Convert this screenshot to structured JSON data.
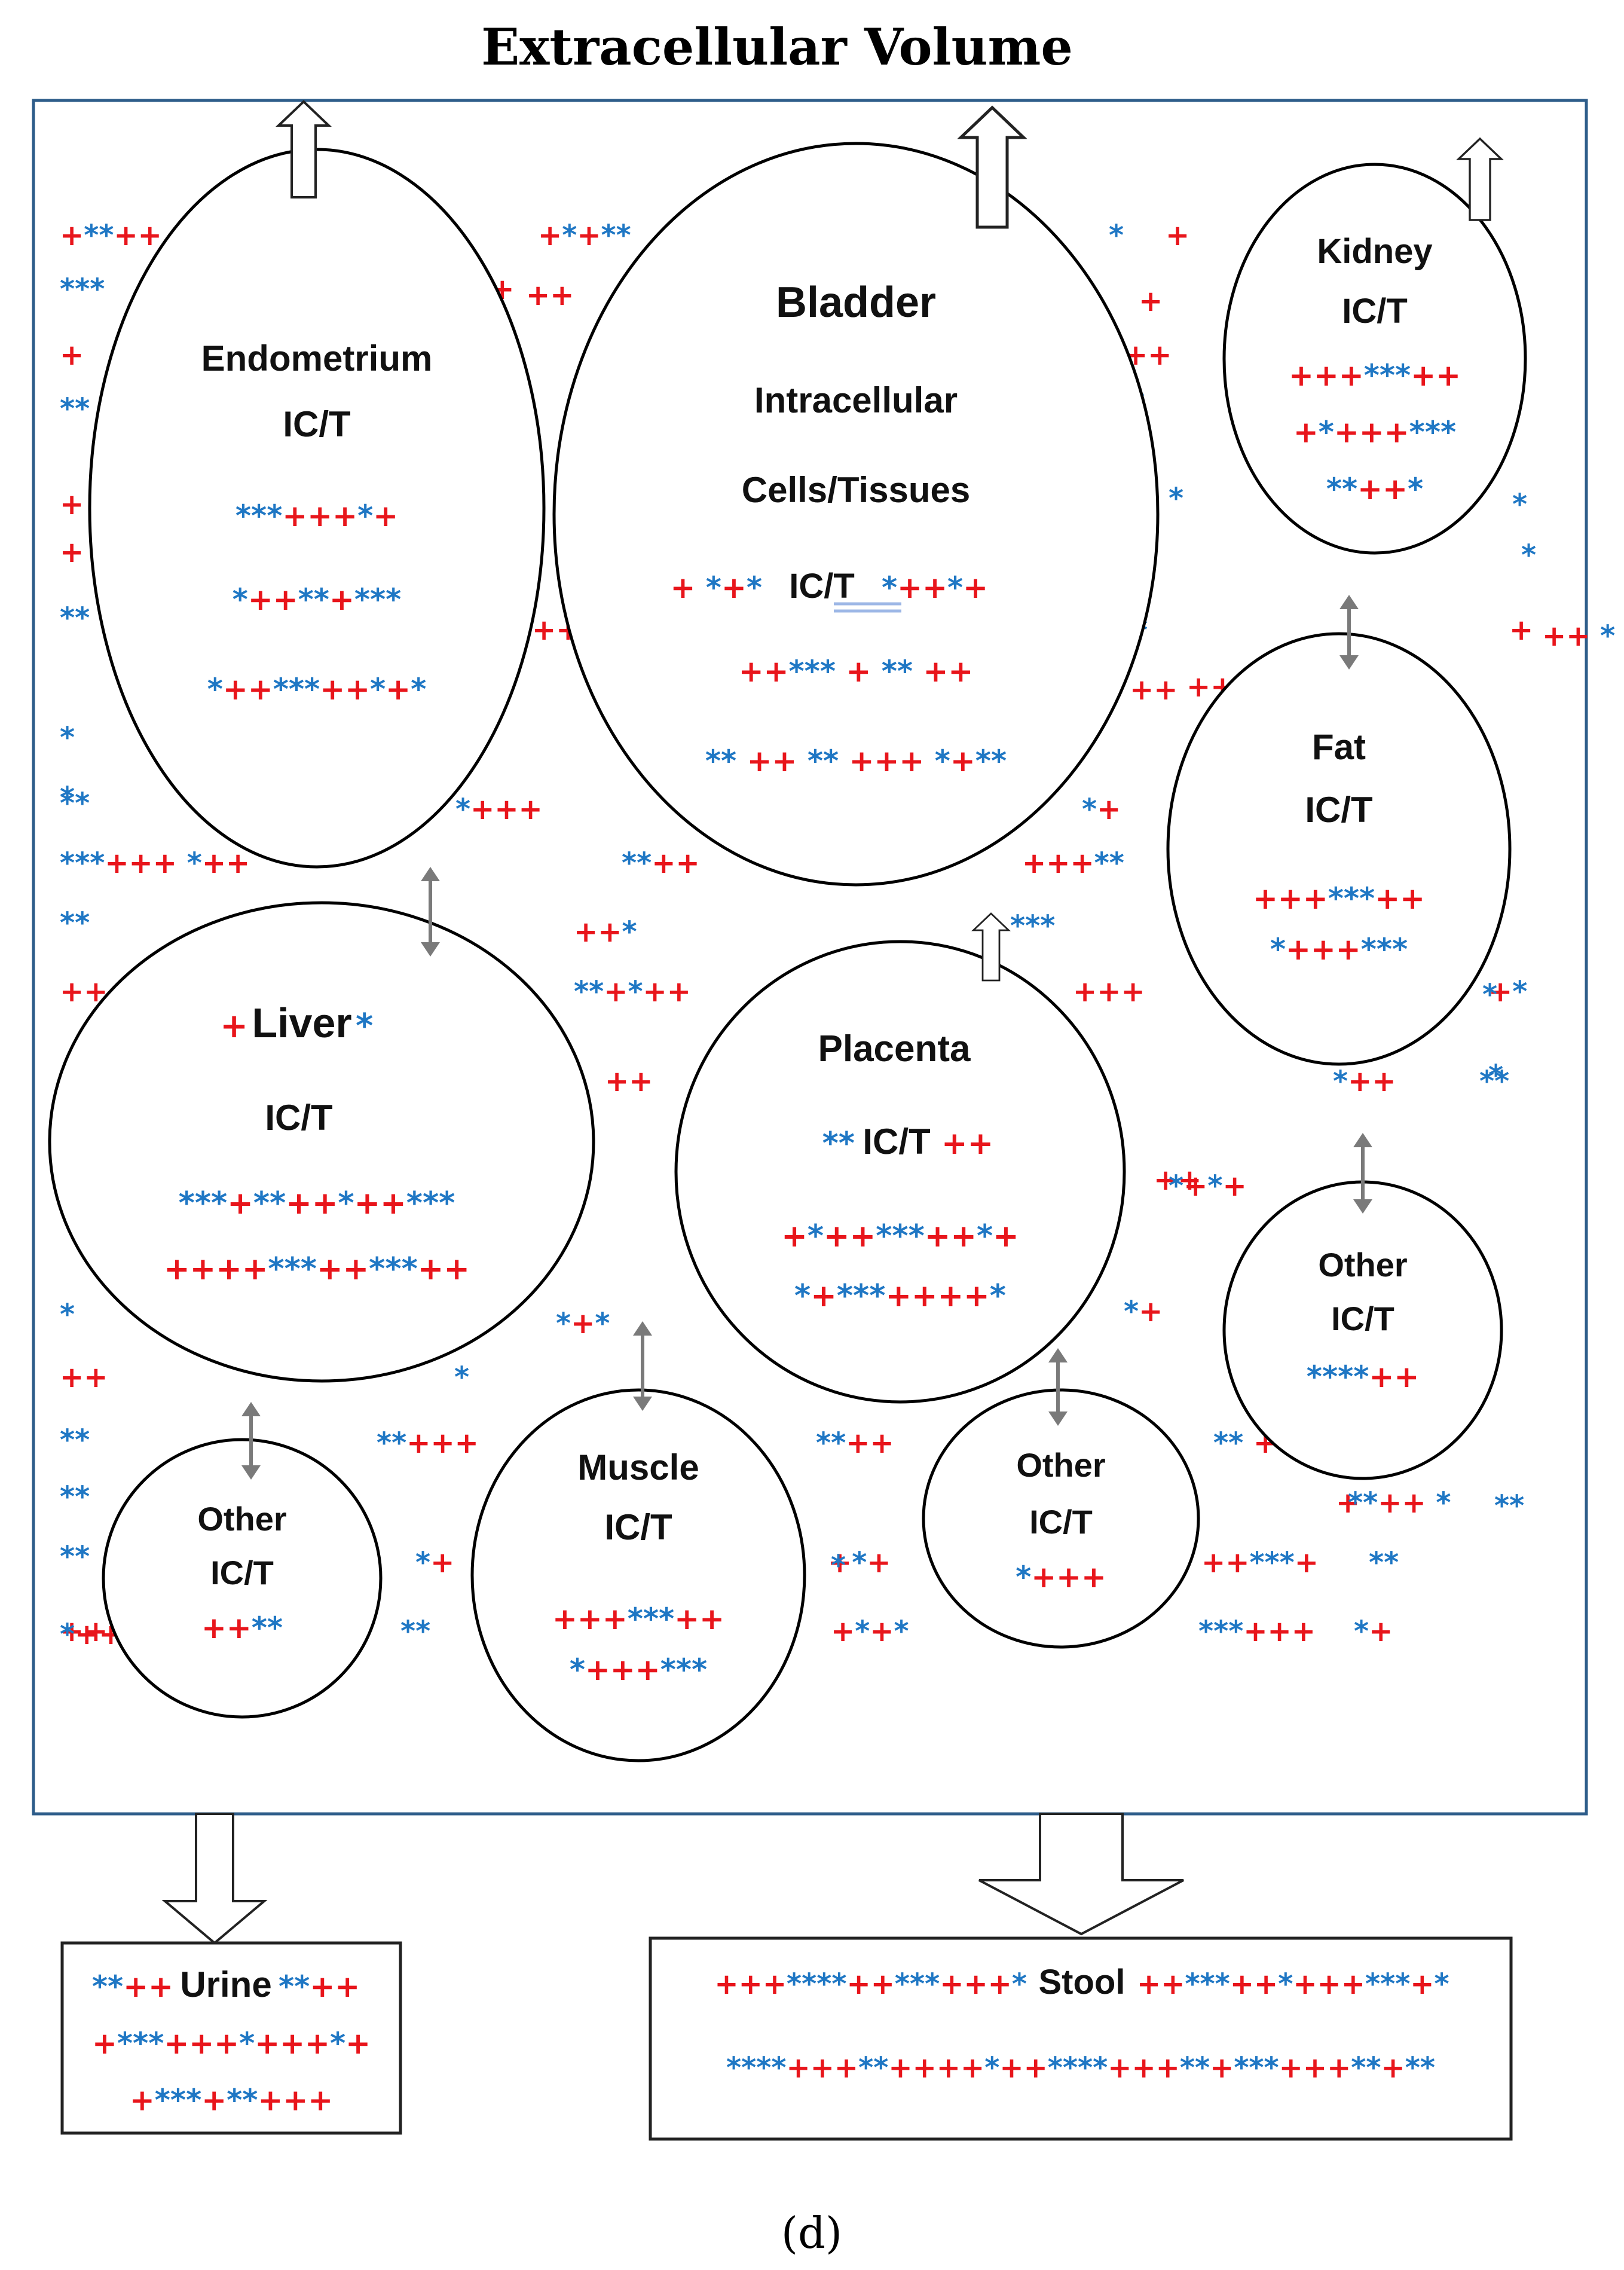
{
  "title": "Extracellular Volume",
  "caption": "(d)",
  "colors": {
    "plus": "#e8151b",
    "dot": "#1f77c4",
    "outline": "#000000",
    "box": "#2e5d8a",
    "link_arrow": "#7a7a7a"
  },
  "compartments": {
    "endometrium": {
      "name": "Endometrium",
      "sub": "IC/T",
      "rows": [
        "***+++*+",
        "*++**+***",
        "*++***++*+*"
      ]
    },
    "bladder": {
      "name": "Bladder",
      "line2": "Intracellular",
      "line3": "Cells/Tissues",
      "row0_left": "+ *+*",
      "row0_mid": "IC/T",
      "row0_right": "*++*+",
      "rows": [
        "++*** + ** ++",
        "** ++ ** +++ *+**"
      ]
    },
    "kidney": {
      "name": "Kidney",
      "sub": "IC/T",
      "rows": [
        "+++***++",
        "+*+++***",
        "**++*"
      ]
    },
    "fat": {
      "name": "Fat",
      "sub": "IC/T",
      "rows": [
        "+++***++",
        "*+++***"
      ]
    },
    "liver": {
      "name": "Liver",
      "pre": "+",
      "post": "*",
      "sub": "IC/T",
      "rows": [
        "***+**++*++***",
        "++++***++***++"
      ]
    },
    "placenta": {
      "name": "Placenta",
      "sub_pre": "**",
      "sub": "IC/T",
      "sub_post": "++",
      "rows": [
        "+*++***++*+",
        "*+***++++*"
      ]
    },
    "other_right": {
      "name": "Other",
      "sub": "IC/T",
      "rows": [
        "****++"
      ]
    },
    "other_left": {
      "name": "Other",
      "sub": "IC/T",
      "rows": [
        "++**"
      ]
    },
    "muscle": {
      "name": "Muscle",
      "sub": "IC/T",
      "rows": [
        "+++***++",
        "*+++***"
      ]
    },
    "other_mid": {
      "name": "Other",
      "sub": "IC/T",
      "rows": [
        "*+++"
      ]
    }
  },
  "urine": {
    "pre": "**++",
    "name": "Urine",
    "post": "**++",
    "rows": [
      "+***+++*+++*+",
      "+***+**+++"
    ]
  },
  "stool": {
    "pre": "+++****++***+++*",
    "name": "Stool",
    "post": "++***++*+++***+*",
    "rows": [
      "****+++**++++*++****+++**+***+++**+**"
    ]
  },
  "background": [
    "+**++",
    "+*+**",
    "++",
    "*",
    "+",
    "***",
    "++",
    "+",
    "+",
    "++",
    "*",
    "**",
    "+",
    "+",
    "*",
    "*",
    "+",
    "*",
    "**",
    "++",
    "+",
    "*",
    "++",
    "++*",
    "*",
    "*",
    "**",
    "*+++",
    "*+",
    "***+++ *++",
    "**++",
    "+++**",
    "**",
    "++*",
    "***",
    "++",
    "**+*++",
    "+++",
    "+*",
    "**",
    "++",
    "*++",
    "++",
    "*",
    "*+*",
    "*+",
    "++",
    "++",
    "*",
    "**",
    "**+++",
    "**++",
    "** ++",
    "+",
    "**++ *",
    "**",
    "**",
    "*+",
    "+*+",
    "++***+",
    "**",
    "++",
    "**",
    "+*+*",
    "***+++",
    "*+",
    "*++*",
    "*",
    "*",
    "**",
    "++",
    "++ *",
    "*+*+",
    "*"
  ]
}
